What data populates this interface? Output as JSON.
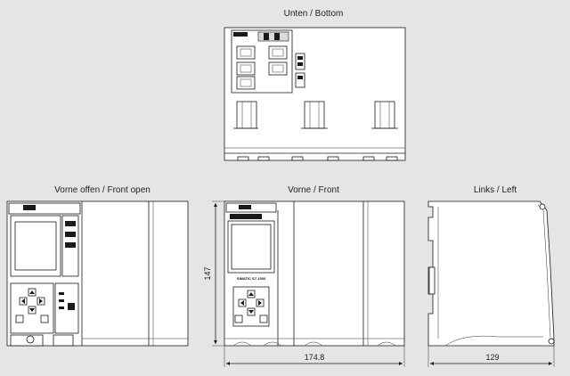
{
  "views": {
    "bottom": {
      "label": "Unten / Bottom"
    },
    "front_open": {
      "label": "Vorne offen / Front open"
    },
    "front": {
      "label": "Vorne / Front"
    },
    "left": {
      "label": "Links / Left"
    }
  },
  "dimensions": {
    "height": "147",
    "front_width": "174.8",
    "side_depth": "129"
  },
  "device": {
    "brand_label": "SIMATIC S7-1500"
  },
  "colors": {
    "background": "#e4e5e7",
    "line": "#1a1a1a",
    "face": "#ffffff"
  }
}
